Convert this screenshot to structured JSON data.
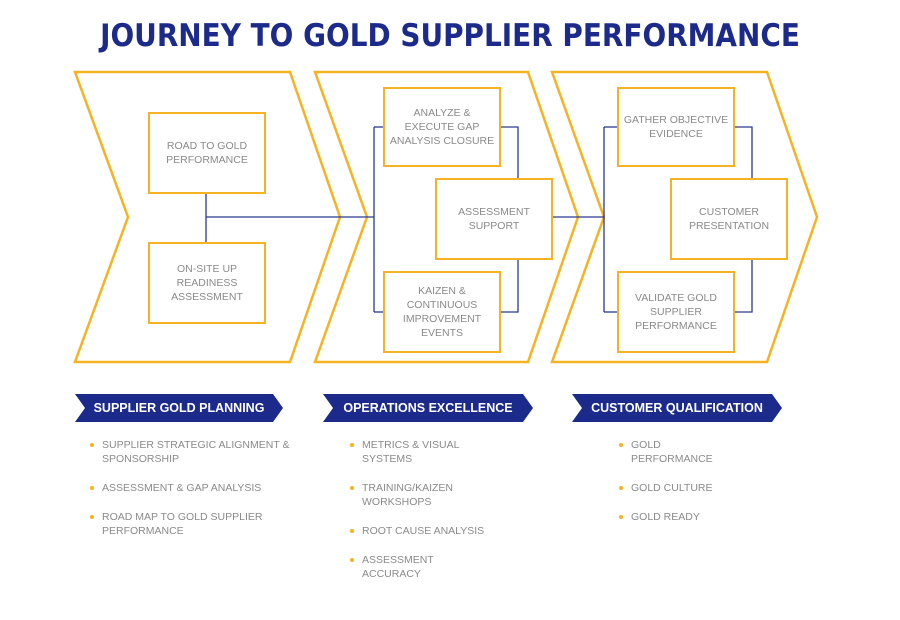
{
  "title": "JOURNEY TO GOLD SUPPLIER PERFORMANCE",
  "colors": {
    "title": "#1c2a8c",
    "chevron": "#f5b324",
    "connector": "#2b3a8f",
    "banner": "#1c2a8c",
    "text": "#8a8a8a"
  },
  "stages": [
    {
      "boxes": [
        "ROAD TO GOLD PERFORMANCE",
        "ON-SITE UP READINESS ASSESSMENT"
      ],
      "banner": "SUPPLIER GOLD PLANNING",
      "bullets": [
        "SUPPLIER STRATEGIC ALIGNMENT & SPONSORSHIP",
        "ASSESSMENT & GAP ANALYSIS",
        "ROAD MAP TO GOLD SUPPLIER PERFORMANCE"
      ]
    },
    {
      "boxes": [
        "ANALYZE & EXECUTE GAP ANALYSIS CLOSURE",
        "ASSESSMENT SUPPORT",
        "KAIZEN & CONTINUOUS IMPROVEMENT EVENTS"
      ],
      "banner": "OPERATIONS EXCELLENCE",
      "bullets": [
        "METRICS & VISUAL SYSTEMS",
        "TRAINING/KAIZEN WORKSHOPS",
        "ROOT CAUSE ANALYSIS",
        "ASSESSMENT ACCURACY"
      ]
    },
    {
      "boxes": [
        "GATHER OBJECTIVE EVIDENCE",
        "CUSTOMER PRESENTATION",
        "VALIDATE GOLD SUPPLIER PERFORMANCE"
      ],
      "banner": "CUSTOMER QUALIFICATION",
      "bullets": [
        "GOLD PERFORMANCE",
        "GOLD CULTURE",
        "GOLD READY"
      ]
    }
  ]
}
